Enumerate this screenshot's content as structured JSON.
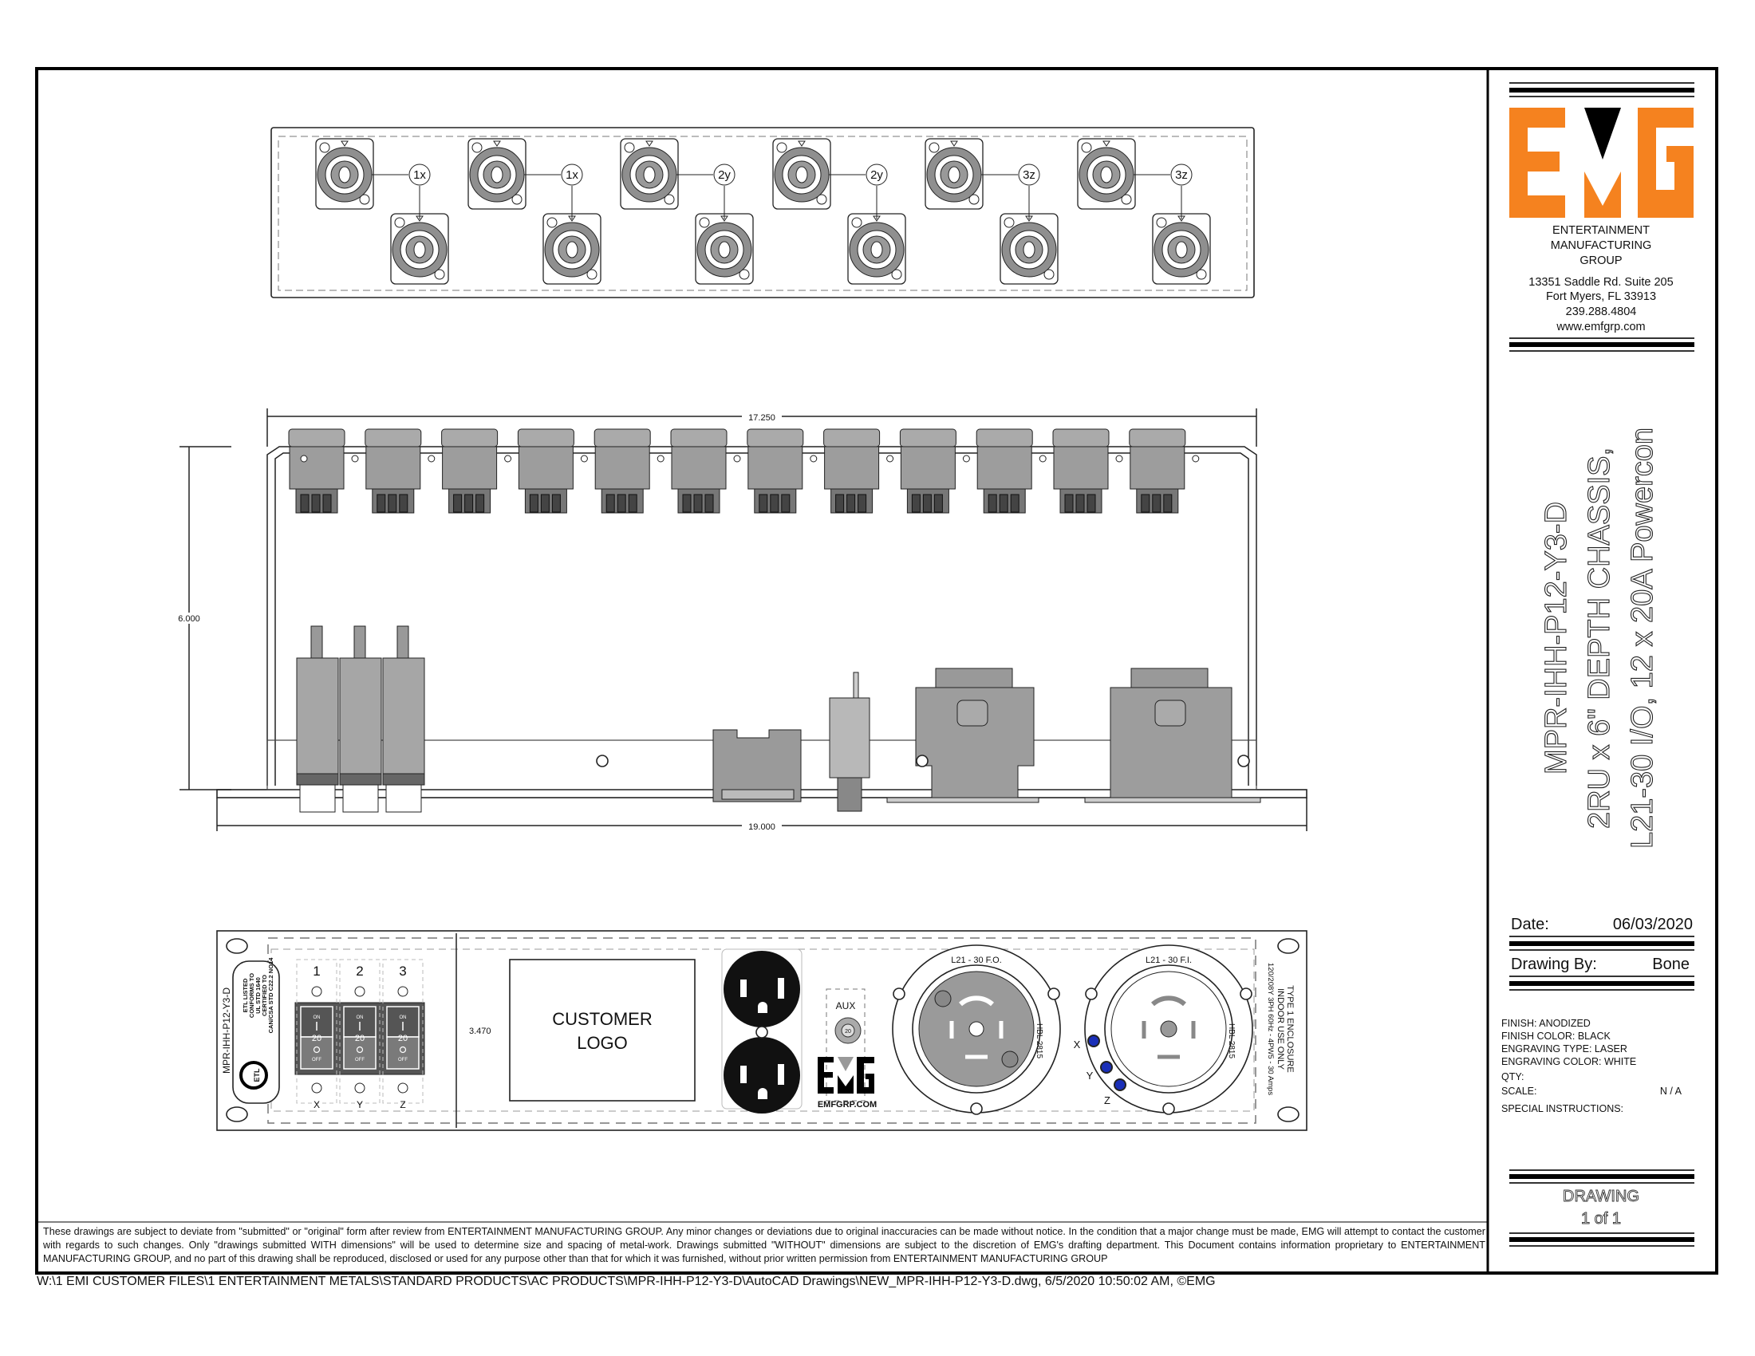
{
  "title_block": {
    "logo_text": "EMG",
    "company_lines": [
      "ENTERTAINMENT",
      "MANUFACTURING",
      "GROUP"
    ],
    "address_lines": [
      "13351 Saddle Rd. Suite 205",
      "Fort Myers, FL 33913",
      "239.288.4804",
      "www.emfgrp.com"
    ],
    "drawing_title_lines": [
      "MPR-IHH-P12-Y3-D",
      "2RU x 6\" DEPTH CHASSIS,",
      "L21-30 I/O, 12 x 20A Powercon"
    ],
    "date_label": "Date:",
    "date_value": "06/03/2020",
    "drawn_by_label": "Drawing By:",
    "drawn_by_value": "Bone",
    "specs": [
      "FINISH:  ANODIZED",
      "FINISH COLOR:  BLACK",
      "ENGRAVING TYPE:  LASER",
      "ENGRAVING COLOR:  WHITE"
    ],
    "qty_label": "QTY:",
    "scale_label": "SCALE:",
    "scale_value": "N / A",
    "special_label": "SPECIAL INSTRUCTIONS:",
    "sheet_label": "DRAWING",
    "sheet_value": "1 of 1",
    "brand_color": "#F5821F"
  },
  "rear_panel": {
    "circuit_labels": [
      "1x",
      "1x",
      "2y",
      "2y",
      "3z",
      "3z"
    ]
  },
  "side_view": {
    "dim_width_inner": "17.250",
    "dim_width_outer": "19.000",
    "dim_depth": "6.000"
  },
  "front_panel": {
    "model_label": "MPR-IHH-P12-Y3-D",
    "etl_lines": [
      "ETL LISTED",
      "CONFORMS TO",
      "UL STD 1640",
      "CERTIFIED TO",
      "CAN/CSA STD C22.2 NO14"
    ],
    "etl_mark": "ETL",
    "breaker_numbers": [
      "1",
      "2",
      "3"
    ],
    "breaker_phases": [
      "X",
      "Y",
      "Z"
    ],
    "breaker_on": "ON",
    "breaker_rating": "20",
    "breaker_off": "OFF",
    "dim_height": "3.470",
    "customer_logo_lines": [
      "CUSTOMER",
      "LOGO"
    ],
    "aux_label": "AUX",
    "fuse_rating": "20",
    "panel_logo": "EMG",
    "panel_logo_url": "EMFGRP.COM",
    "output_connector_label": "L21 - 30 F.O.",
    "input_connector_label": "L21 - 30 F.I.",
    "connector_part": "HBL 2815",
    "indicator_labels": [
      "X",
      "Y",
      "Z"
    ],
    "indicator_color": "#1A2FB8",
    "enclosure_lines": [
      "TYPE 1 ENCLOSURE",
      "INDOOR USE ONLY",
      "120/208Y  3PH  60Hz  -  4PW5  -  30 Amps"
    ]
  },
  "disclaimer": "These drawings are subject to deviate from \"submitted\" or \"original\" form after review from ENTERTAINMENT MANUFACTURING GROUP. Any minor changes or deviations due to original inaccuracies can be made without notice.  In the condition that a major change must be made, EMG will attempt to contact the customer with regards to such changes.  Only \"drawings submitted WITH dimensions\" will be used to determine size and spacing of metal-work.  Drawings submitted \"WITHOUT\" dimensions are subject to the discretion of EMG's drafting department. This Document contains information proprietary to ENTERTAINMENT MANUFACTURING GROUP, and no part of this drawing shall be reproduced, disclosed or used for any purpose other than that for which it was furnished, without prior written permission from ENTERTAINMENT MANUFACTURING GROUP",
  "file_path": "W:\\1 EMI CUSTOMER FILES\\1 ENTERTAINMENT METALS\\STANDARD PRODUCTS\\AC PRODUCTS\\MPR-IHH-P12-Y3-D\\AutoCAD Drawings\\NEW_MPR-IHH-P12-Y3-D.dwg, 6/5/2020 10:50:02 AM, ©EMG"
}
